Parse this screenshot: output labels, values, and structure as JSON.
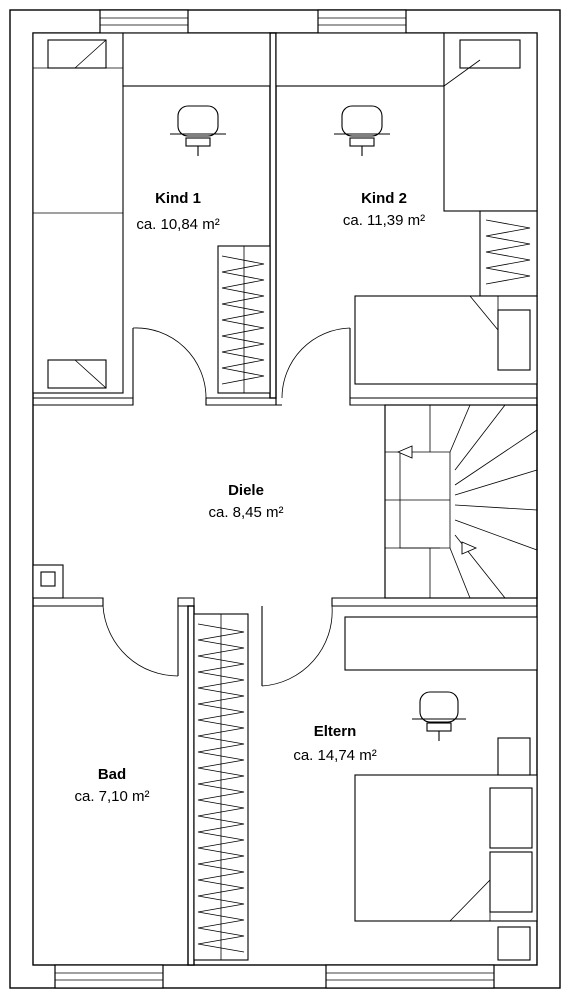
{
  "rooms": [
    {
      "id": "kind1",
      "name": "Kind 1",
      "area": "ca. 10,84 m²"
    },
    {
      "id": "kind2",
      "name": "Kind 2",
      "area": "ca. 11,39 m²"
    },
    {
      "id": "diele",
      "name": "Diele",
      "area": "ca. 8,45 m²"
    },
    {
      "id": "eltern",
      "name": "Eltern",
      "area": "ca. 14,74 m²"
    },
    {
      "id": "bad",
      "name": "Bad",
      "area": "ca. 7,10 m²"
    }
  ],
  "icons": {
    "chair": "office-chair-icon",
    "wardrobe": "wardrobe-zigzag",
    "bed": "bed-with-pillow",
    "stairs": "winder-staircase"
  }
}
